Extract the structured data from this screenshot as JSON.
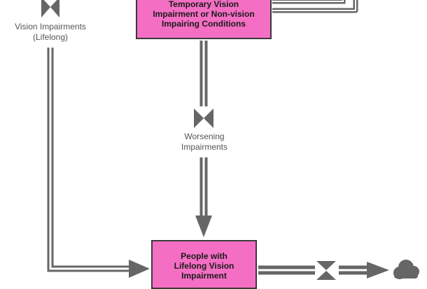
{
  "stocks": {
    "temporary": {
      "line1": "Temporary Vision",
      "line2": "Impairment or Non-vision",
      "line3": "Impairing Conditions"
    },
    "lifelong": {
      "line1": "People with",
      "line2": "Lifelong Vision",
      "line3": "Impairment"
    }
  },
  "flows": {
    "vision_impairments": {
      "line1": "Vision Impairments",
      "line2": "(Lifelong)"
    },
    "worsening": {
      "line1": "Worsening",
      "line2": "Impairments"
    }
  },
  "icons": {
    "valve": "valve-icon",
    "sink": "cloud-icon"
  },
  "colors": {
    "stock_fill": "#f46fc4",
    "stock_border": "#3a3a3a",
    "pipe": "#666666",
    "label_text": "#555555"
  }
}
